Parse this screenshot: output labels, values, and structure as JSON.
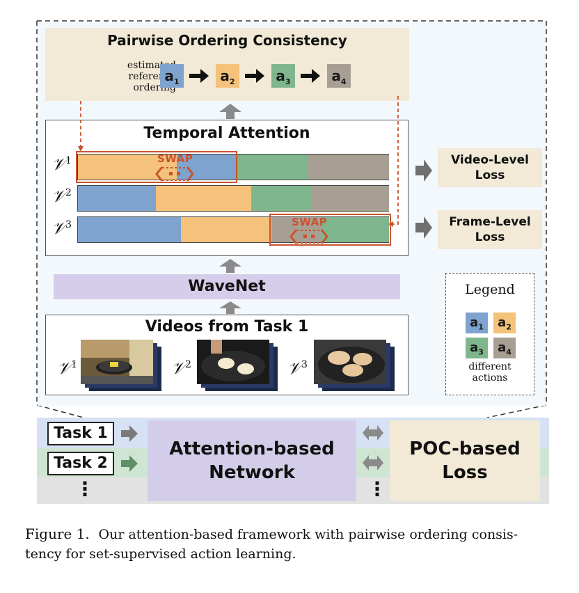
{
  "diagram": {
    "poc": {
      "title": "Pairwise Ordering Consistency",
      "ref_label_lines": [
        "estimated",
        "reference",
        "ordering"
      ],
      "colon": ":",
      "sequence": [
        {
          "label": "a",
          "sub": "1",
          "color": "#7fa3cf"
        },
        {
          "label": "a",
          "sub": "2",
          "color": "#f4c27a"
        },
        {
          "label": "a",
          "sub": "3",
          "color": "#80b68d"
        },
        {
          "label": "a",
          "sub": "4",
          "color": "#a89f94"
        }
      ]
    },
    "temporal_attention": {
      "title": "Temporal Attention",
      "videos": [
        {
          "label": "𝒱",
          "sup": "1"
        },
        {
          "label": "𝒱",
          "sup": "2"
        },
        {
          "label": "𝒱",
          "sup": "3"
        }
      ],
      "swap_label": "SWAP",
      "swap_label_2": "SWAP"
    },
    "losses": {
      "video_level": [
        "Video-Level",
        "Loss"
      ],
      "frame_level": [
        "Frame-Level",
        "Loss"
      ]
    },
    "wavenet": "WaveNet",
    "videos_box": {
      "title": "Videos from Task 1",
      "labels": [
        {
          "label": "𝒱",
          "sup": "1"
        },
        {
          "label": "𝒱",
          "sup": "2"
        },
        {
          "label": "𝒱",
          "sup": "3"
        }
      ]
    },
    "legend": {
      "title": "Legend",
      "caption_lines": [
        "different",
        "actions"
      ]
    },
    "bottom": {
      "tasks": [
        "Task 1",
        "Task 2"
      ],
      "dots": "⋮",
      "network_lines": [
        "Attention-based",
        "Network"
      ],
      "loss_lines": [
        "POC-based",
        "Loss"
      ]
    },
    "caption": {
      "figure_label": "Figure 1.",
      "line1": "Our attention-based framework with pairwise ordering consis-",
      "line2": "tency for set-supervised action learning."
    },
    "colors": {
      "a1": "#7fa3cf",
      "a2": "#f4c27a",
      "a3": "#80b68d",
      "a4": "#a89f94",
      "swap": "#c8542e",
      "poc_bg": "#f2e9d6",
      "wavenet_bg": "#d6cdea",
      "network_bg": "#d4cdea",
      "row1_bg": "#d6e2f3",
      "row2_bg": "#cfe5d3",
      "row3_bg": "#e2e2e2"
    }
  }
}
